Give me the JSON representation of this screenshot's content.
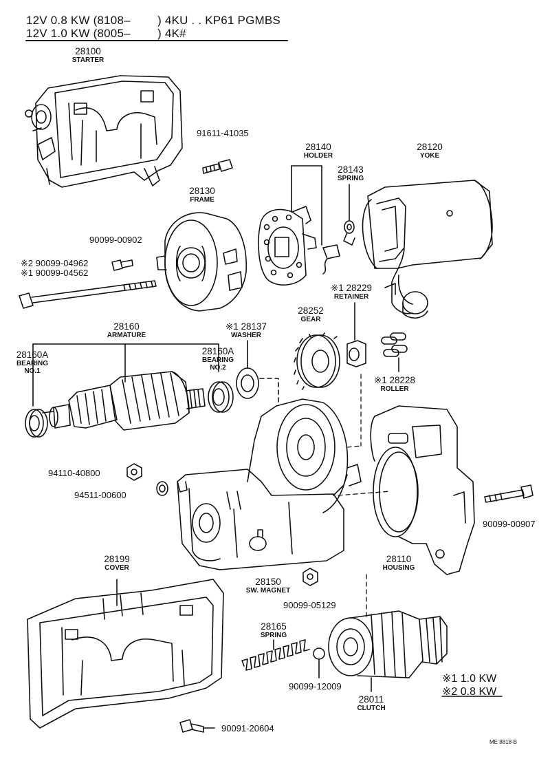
{
  "header": {
    "line1": "12V 0.8 KW (8108–        ) 4KU . . KP61 PGMBS",
    "line2": "12V 1.0 KW (8005–        ) 4K#"
  },
  "parts": {
    "starter": {
      "number": "28100",
      "name": "STARTER"
    },
    "bolt_91611": {
      "number": "91611-41035"
    },
    "holder": {
      "number": "28140",
      "name": "HOLDER"
    },
    "spring_28143": {
      "number": "28143",
      "name": "SPRING"
    },
    "yoke": {
      "number": "28120",
      "name": "YOKE"
    },
    "frame": {
      "number": "28130",
      "name": "FRAME"
    },
    "screw_90099_00902": {
      "number": "90099-00902"
    },
    "bolt_alt2": {
      "number": "※2 90099-04962"
    },
    "bolt_alt1": {
      "number": "※1 90099-04562"
    },
    "retainer": {
      "number": "※1 28229",
      "name": "RETAINER"
    },
    "gear": {
      "number": "28252",
      "name": "GEAR"
    },
    "armature": {
      "number": "28160",
      "name": "ARMATURE"
    },
    "washer": {
      "number": "※1 28137",
      "name": "WASHER"
    },
    "bearing_no1": {
      "number": "28160A",
      "name": "BEARING",
      "name2": "NO.1"
    },
    "bearing_no2": {
      "number": "28160A",
      "name": "BEARING",
      "name2": "NO.2"
    },
    "roller": {
      "number": "※1 28228",
      "name": "ROLLER"
    },
    "nut_94110": {
      "number": "94110-40800"
    },
    "washer_94511": {
      "number": "94511-00600"
    },
    "bolt_90099_00907": {
      "number": "90099-00907"
    },
    "housing": {
      "number": "28110",
      "name": "HOUSING"
    },
    "cover": {
      "number": "28199",
      "name": "COVER"
    },
    "sw_magnet": {
      "number": "28150",
      "name": "SW. MAGNET"
    },
    "nut_90099_05129": {
      "number": "90099-05129"
    },
    "spring_28165": {
      "number": "28165",
      "name": "SPRING"
    },
    "ball_90099_12009": {
      "number": "90099-12009"
    },
    "clutch": {
      "number": "28011",
      "name": "CLUTCH"
    },
    "screw_90091_20604": {
      "number": "90091-20604"
    }
  },
  "legend": {
    "item1": "※1 1.0 KW",
    "item2": "※2 0.8 KW"
  },
  "drawing_code": "ME 8818-B"
}
